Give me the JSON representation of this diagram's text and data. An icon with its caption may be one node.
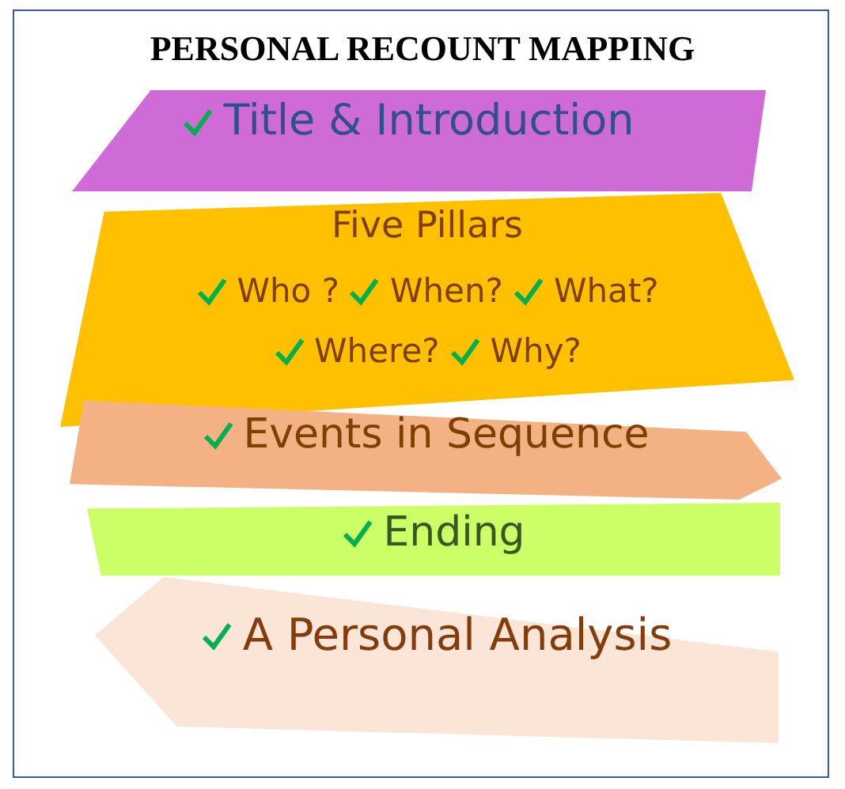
{
  "diagram": {
    "title": "PERSONAL RECOUNT MAPPING",
    "nodes": [
      {
        "text": [
          "Title & Introduction"
        ]
      },
      {
        "text": [
          "Five Pillars",
          "Who ?",
          "When?",
          "What?",
          "Where?",
          "Why?"
        ]
      },
      {
        "text": [
          "Events in Sequence"
        ]
      },
      {
        "text": [
          "Ending"
        ]
      },
      {
        "text": [
          "A Personal Analysis"
        ]
      }
    ]
  }
}
